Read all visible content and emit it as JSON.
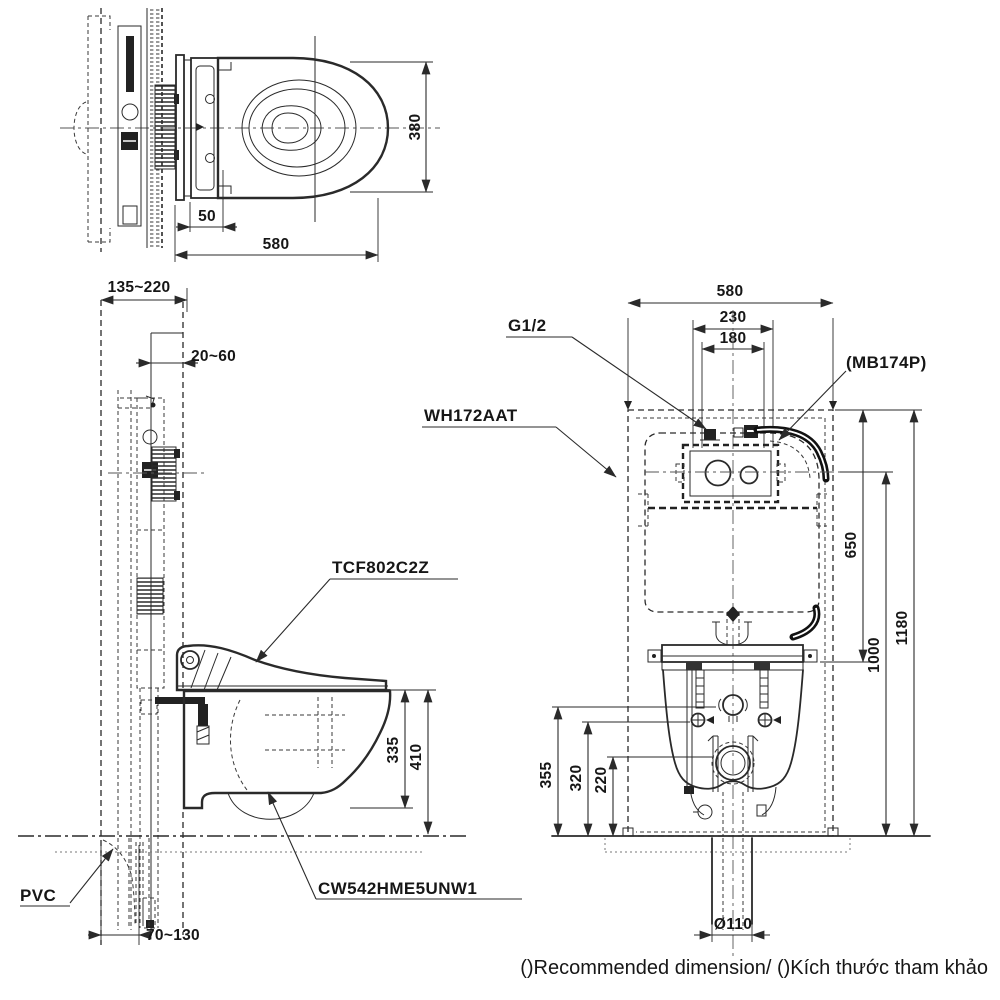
{
  "footer": {
    "note": "()Recommended dimension/ ()Kích thước tham khảo"
  },
  "top_view": {
    "dim_depth": "380",
    "dim_offset": "50",
    "dim_length": "580"
  },
  "side_view": {
    "dim_wall": "135~220",
    "dim_panel": "20~60",
    "dim_335": "335",
    "dim_410": "410",
    "dim_floor": "70~130",
    "label_pvc": "PVC",
    "label_washlet": "TCF802C2Z",
    "label_bowl": "CW542HME5UNW1"
  },
  "front_view": {
    "dim_width": "580",
    "dim_230": "230",
    "dim_180": "180",
    "dim_650": "650",
    "dim_1000": "1000",
    "dim_1180": "1180",
    "dim_355": "355",
    "dim_320": "320",
    "dim_220": "220",
    "dim_drain": "Ø110",
    "label_inlet": "G1/2",
    "label_hose": "(MB174P)",
    "label_tank": "WH172AAT"
  },
  "colors": {
    "line": "#2a2a2a",
    "background": "#ffffff"
  }
}
